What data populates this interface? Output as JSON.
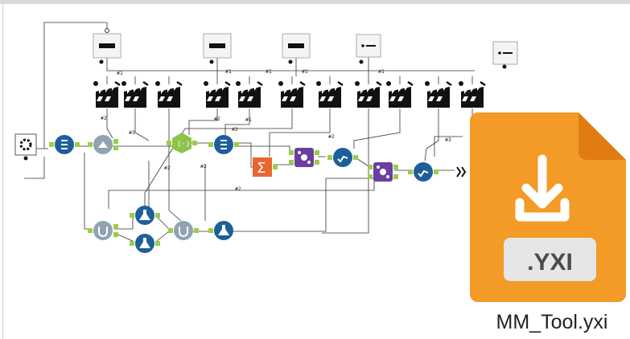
{
  "colors": {
    "wire": "#333333",
    "blue_tool": "#1f5f99",
    "gray_tool": "#8fa4b0",
    "green_tool": "#8cc34a",
    "purple_tool": "#6b3fa0",
    "orange_tool": "#e8662f",
    "file_orange": "#f39a27",
    "file_orange_dark": "#e07b12",
    "file_label_bg": "#e6e6e6",
    "file_label_text": "#4a4a4a"
  },
  "workflow": {
    "conn_labels": [
      "#1",
      "#1",
      "#1",
      "#1",
      "#1",
      "#2",
      "#2",
      "#1",
      "#3",
      "#2",
      "#2",
      "#2",
      "#2",
      "#2",
      "#3"
    ]
  },
  "file": {
    "extension_label": ".YXI",
    "name": "MM_Tool.yxi",
    "icon": "download-arrow-icon"
  }
}
